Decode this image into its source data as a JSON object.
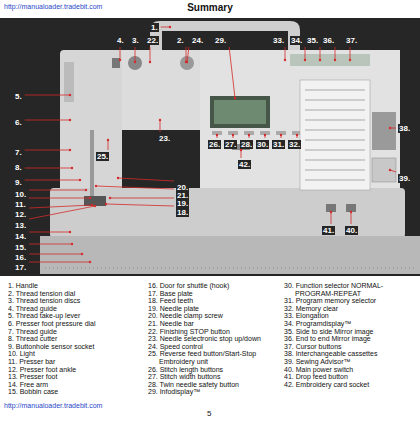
{
  "diagram": {
    "title": "Summary",
    "labels": [
      "http://manualoader.tradebit.com",
      "1.",
      "2.",
      "3.",
      "4.",
      "5.",
      "6.",
      "7.",
      "8.",
      "9.",
      "10.",
      "11.",
      "12.",
      "13.",
      "14.",
      "15.",
      "16.",
      "17.",
      "18.",
      "19.",
      "20.",
      "21.",
      "22.",
      "23.",
      "24.",
      "25.",
      "26.",
      "27.",
      "28.",
      "29.",
      "30.",
      "31.",
      "32.",
      "33.",
      "34.",
      "35.",
      "36.",
      "37.",
      "38.",
      "39.",
      "40.",
      "41.",
      "42.",
      "1. Handle",
      "2. Thread tension dial",
      "3. Thread tension discs",
      "4. Thread guide",
      "5. Thread take-up lever",
      "6. Presser foot pressure dial",
      "7. Thread guide",
      "8. Thread cutter",
      "9. Buttonhole sensor socket",
      "10. Light",
      "11. Presser bar",
      "12. Presser foot ankle",
      "13. Presser foot",
      "14. Free arm",
      "15. Bobbin case",
      "16. Door for shuttle (hook)",
      "17. Base plate",
      "18. Feed teeth",
      "19. Needle plate",
      "20. Needle clamp screw",
      "21. Needle bar",
      "22. Finishing STOP button",
      "23. Needle selectronic stop up/down",
      "24. Speed control",
      "25. Reverse feed button/Start-Stop Embroidery unit",
      "26. Stitch length buttons",
      "27. Stitch width buttons",
      "28. Twin needle safety button",
      "29. Infodisplay™",
      "30. Function selector NORMAL-PROGRAM-REPEAT",
      "31. Program memory selector",
      "32. Memory clear",
      "33. Elongation",
      "34. Programdisplay™",
      "35. Side to side Mirror image",
      "36. End to end Mirror image",
      "37. Cursor buttons",
      "38. Interchangeable cassettes",
      "39. Sewing Advisor™",
      "40. Main power switch",
      "41. Drop feed button",
      "42. Embroidery card socket",
      "http://manualoader.tradebit.com",
      "5"
    ]
  }
}
